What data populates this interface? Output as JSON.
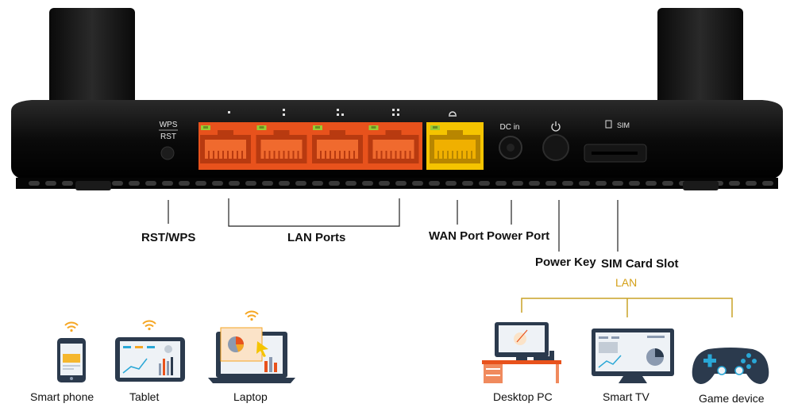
{
  "router": {
    "wps_label": "WPS",
    "rst_label": "RST",
    "dc_label": "DC in",
    "sim_label": "SIM"
  },
  "callouts": {
    "rst_wps": "RST/WPS",
    "lan_ports": "LAN Ports",
    "wan_port": "WAN Port",
    "power_port": "Power Port",
    "power_key": "Power Key",
    "sim_slot": "SIM Card Slot"
  },
  "lan_group_label": "LAN",
  "wireless_devices": [
    {
      "label": "Smart phone",
      "icon": "smartphone-icon"
    },
    {
      "label": "Tablet",
      "icon": "tablet-icon"
    },
    {
      "label": "Laptop",
      "icon": "laptop-icon"
    }
  ],
  "wired_devices": [
    {
      "label": "Desktop PC",
      "icon": "desktop-pc-icon"
    },
    {
      "label": "Smart TV",
      "icon": "smart-tv-icon"
    },
    {
      "label": "Game device",
      "icon": "gamepad-icon"
    }
  ],
  "colors": {
    "lan_port": "#e8521c",
    "wan_port": "#f5c400",
    "router_body": "#0d0d0d",
    "lan_bracket": "#c9a227",
    "wifi": "#f5a623"
  }
}
